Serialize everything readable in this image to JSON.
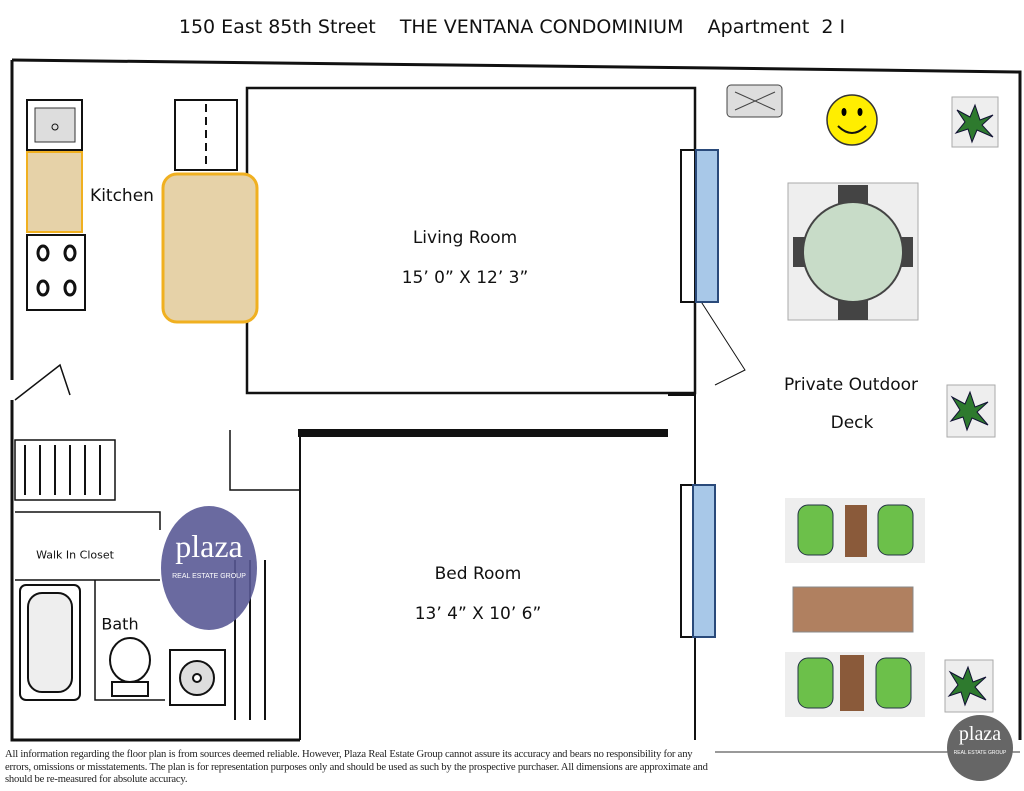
{
  "header": {
    "title": "150 East 85th Street    THE VENTANA CONDOMINIUM    Apartment  2 I"
  },
  "rooms": {
    "kitchen": {
      "label": "Kitchen"
    },
    "living_room": {
      "label": "Living Room",
      "dimensions": "15’ 0” X 12’ 3”"
    },
    "bed_room": {
      "label": "Bed Room",
      "dimensions": "13’ 4” X 10’ 6”"
    },
    "walk_in_closet": {
      "label": "Walk In Closet"
    },
    "bath": {
      "label": "Bath"
    },
    "deck": {
      "label_line1": "Private Outdoor",
      "label_line2": "Deck"
    }
  },
  "logo": {
    "name": "plaza",
    "subtitle": "REAL ESTATE GROUP"
  },
  "footer": {
    "disclaimer": "All information regarding the floor plan is from sources deemed reliable.  However, Plaza Real Estate Group cannot assure its accuracy and bears no responsibility for any errors, omissions or misstatements. The plan is for representation purposes only and should be used as such by the prospective purchaser.  All dimensions are approximate and should be re-measured for absolute accuracy."
  },
  "colors": {
    "window": "#a8c8e8",
    "counter": "#e6d2a8",
    "counter_border": "#f0b020",
    "logo": "#5a5a96",
    "smiley": "#ffee00",
    "chair": "#6cc04a",
    "table": "#8a5a3a"
  }
}
